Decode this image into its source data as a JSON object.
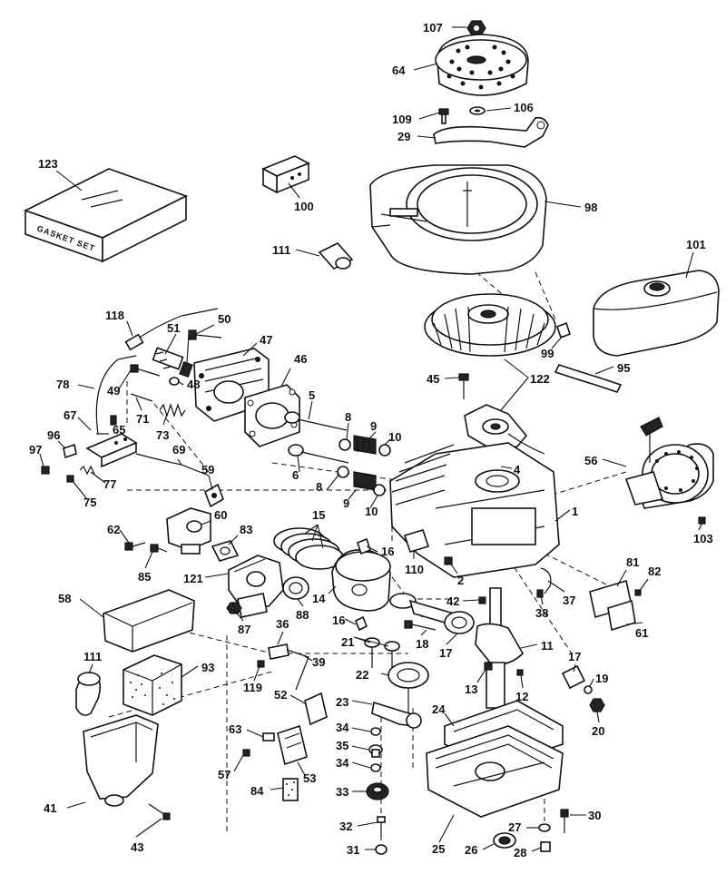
{
  "gasket_set_text": "GASKET SET",
  "parts": [
    {
      "id": "p107",
      "number": "107"
    },
    {
      "id": "p64",
      "number": "64"
    },
    {
      "id": "p109",
      "number": "109"
    },
    {
      "id": "p106",
      "number": "106"
    },
    {
      "id": "p29",
      "number": "29"
    },
    {
      "id": "p123",
      "number": "123"
    },
    {
      "id": "p100",
      "number": "100"
    },
    {
      "id": "p98",
      "number": "98"
    },
    {
      "id": "p111a",
      "number": "111"
    },
    {
      "id": "p101",
      "number": "101"
    },
    {
      "id": "p118",
      "number": "118"
    },
    {
      "id": "p50",
      "number": "50"
    },
    {
      "id": "p51",
      "number": "51"
    },
    {
      "id": "p47",
      "number": "47"
    },
    {
      "id": "p46",
      "number": "46"
    },
    {
      "id": "p99",
      "number": "99"
    },
    {
      "id": "p95",
      "number": "95"
    },
    {
      "id": "p122",
      "number": "122"
    },
    {
      "id": "p78",
      "number": "78"
    },
    {
      "id": "p49",
      "number": "49"
    },
    {
      "id": "p48",
      "number": "48"
    },
    {
      "id": "p71",
      "number": "71"
    },
    {
      "id": "p73",
      "number": "73"
    },
    {
      "id": "p5",
      "number": "5"
    },
    {
      "id": "p45",
      "number": "45"
    },
    {
      "id": "p67",
      "number": "67"
    },
    {
      "id": "p65",
      "number": "65"
    },
    {
      "id": "p8a",
      "number": "8"
    },
    {
      "id": "p9a",
      "number": "9"
    },
    {
      "id": "p10a",
      "number": "10"
    },
    {
      "id": "p96",
      "number": "96"
    },
    {
      "id": "p97",
      "number": "97"
    },
    {
      "id": "p69",
      "number": "69"
    },
    {
      "id": "p6",
      "number": "6"
    },
    {
      "id": "p4",
      "number": "4"
    },
    {
      "id": "p56",
      "number": "56"
    },
    {
      "id": "p77",
      "number": "77"
    },
    {
      "id": "p75",
      "number": "75"
    },
    {
      "id": "p59",
      "number": "59"
    },
    {
      "id": "p8b",
      "number": "8"
    },
    {
      "id": "p9b",
      "number": "9"
    },
    {
      "id": "p10b",
      "number": "10"
    },
    {
      "id": "p1",
      "number": "1"
    },
    {
      "id": "p15",
      "number": "15"
    },
    {
      "id": "p60",
      "number": "60"
    },
    {
      "id": "p83",
      "number": "83"
    },
    {
      "id": "p62",
      "number": "62"
    },
    {
      "id": "p103",
      "number": "103"
    },
    {
      "id": "p16a",
      "number": "16"
    },
    {
      "id": "p85",
      "number": "85"
    },
    {
      "id": "p121",
      "number": "121"
    },
    {
      "id": "p110",
      "number": "110"
    },
    {
      "id": "p2",
      "number": "2"
    },
    {
      "id": "p81",
      "number": "81"
    },
    {
      "id": "p82",
      "number": "82"
    },
    {
      "id": "p14",
      "number": "14"
    },
    {
      "id": "p37",
      "number": "37"
    },
    {
      "id": "p58",
      "number": "58"
    },
    {
      "id": "p42",
      "number": "42"
    },
    {
      "id": "p38",
      "number": "38"
    },
    {
      "id": "p61",
      "number": "61"
    },
    {
      "id": "p87",
      "number": "87"
    },
    {
      "id": "p88",
      "number": "88"
    },
    {
      "id": "p16b",
      "number": "16"
    },
    {
      "id": "p36",
      "number": "36"
    },
    {
      "id": "p18",
      "number": "18"
    },
    {
      "id": "p17a",
      "number": "17"
    },
    {
      "id": "p11",
      "number": "11"
    },
    {
      "id": "p21",
      "number": "21"
    },
    {
      "id": "p39",
      "number": "39"
    },
    {
      "id": "p111b",
      "number": "111"
    },
    {
      "id": "p93",
      "number": "93"
    },
    {
      "id": "p119",
      "number": "119"
    },
    {
      "id": "p22",
      "number": "22"
    },
    {
      "id": "p13",
      "number": "13"
    },
    {
      "id": "p12",
      "number": "12"
    },
    {
      "id": "p17b",
      "number": "17"
    },
    {
      "id": "p19",
      "number": "19"
    },
    {
      "id": "p52",
      "number": "52"
    },
    {
      "id": "p23",
      "number": "23"
    },
    {
      "id": "p20",
      "number": "20"
    },
    {
      "id": "p24",
      "number": "24"
    },
    {
      "id": "p63",
      "number": "63"
    },
    {
      "id": "p34a",
      "number": "34"
    },
    {
      "id": "p35",
      "number": "35"
    },
    {
      "id": "p57",
      "number": "57"
    },
    {
      "id": "p53",
      "number": "53"
    },
    {
      "id": "p34b",
      "number": "34"
    },
    {
      "id": "p84",
      "number": "84"
    },
    {
      "id": "p33",
      "number": "33"
    },
    {
      "id": "p41",
      "number": "41"
    },
    {
      "id": "p30",
      "number": "30"
    },
    {
      "id": "p32",
      "number": "32"
    },
    {
      "id": "p27",
      "number": "27"
    },
    {
      "id": "p43",
      "number": "43"
    },
    {
      "id": "p31",
      "number": "31"
    },
    {
      "id": "p25",
      "number": "25"
    },
    {
      "id": "p26",
      "number": "26"
    },
    {
      "id": "p28",
      "number": "28"
    }
  ]
}
